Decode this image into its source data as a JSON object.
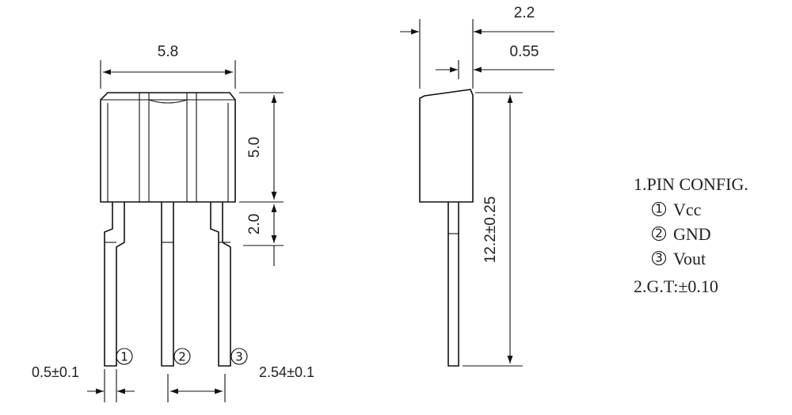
{
  "dimensions": {
    "body_width": "5.8",
    "body_height": "5.0",
    "lead_shoulder": "2.0",
    "lead_width": "0.5±0.1",
    "pin_pitch": "2.54±0.1",
    "side_thickness": "2.2",
    "side_lead_offset": "0.55",
    "total_length": "12.2±0.25"
  },
  "pin_labels": [
    "1",
    "2",
    "3"
  ],
  "notes": {
    "line1": "1.PIN CONFIG.",
    "pin1": "Vcc",
    "pin2": "GND",
    "pin3": "Vout",
    "line2": "2.G.T:±0.10"
  }
}
